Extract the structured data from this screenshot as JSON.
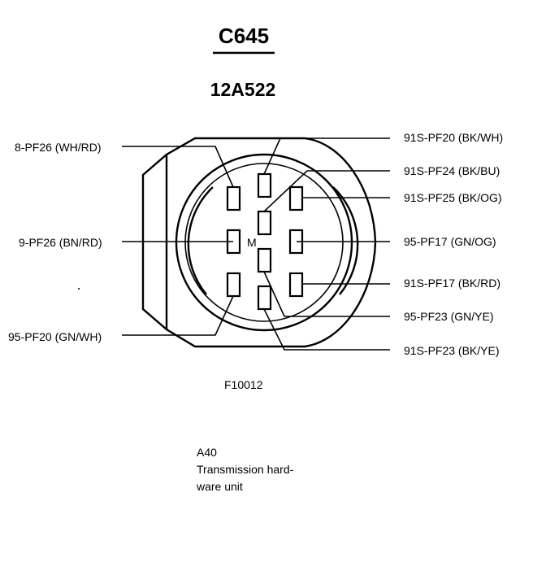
{
  "connector": {
    "id": "C645",
    "part_number": "12A522",
    "pin_marker": "M"
  },
  "pins_left": [
    {
      "name": "pin-8-label",
      "label": "8-PF26 (WH/RD)"
    },
    {
      "name": "pin-9-label",
      "label": "9-PF26 (BN/RD)"
    },
    {
      "name": "pin-95pf20-label",
      "label": "95-PF20 (GN/WH)"
    }
  ],
  "pins_right": [
    {
      "name": "pin-91spf20-label",
      "label": "91S-PF20 (BK/WH)"
    },
    {
      "name": "pin-91spf24-label",
      "label": "91S-PF24 (BK/BU)"
    },
    {
      "name": "pin-91spf25-label",
      "label": "91S-PF25 (BK/OG)"
    },
    {
      "name": "pin-95pf17-label",
      "label": "95-PF17 (GN/OG)"
    },
    {
      "name": "pin-91spf17-label",
      "label": "91S-PF17 (BK/RD)"
    },
    {
      "name": "pin-95pf23-label",
      "label": "95-PF23 (GN/YE)"
    },
    {
      "name": "pin-91spf23-label",
      "label": "91S-PF23 (BK/YE)"
    }
  ],
  "figure_code": "F10012",
  "caption": {
    "code": "A40",
    "line1": "Transmission hard-",
    "line2": "ware unit"
  }
}
